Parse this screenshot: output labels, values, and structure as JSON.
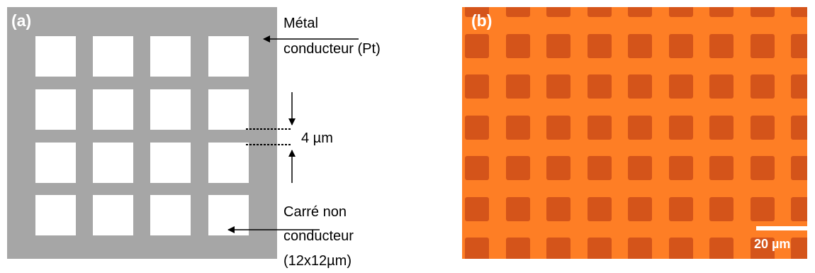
{
  "panel_a": {
    "label": "(a)",
    "metal_label": [
      "Métal",
      "conducteur (Pt)"
    ],
    "gap_label": "4 µm",
    "square_label": [
      "Carré non",
      "conducteur",
      "(12x12µm)"
    ],
    "grid": {
      "rows": 4,
      "cols": 4
    },
    "colors": {
      "metal": "#a6a6a6",
      "square": "#ffffff"
    }
  },
  "panel_b": {
    "label": "(b)",
    "scale_label": "20 µm",
    "colors": {
      "background": "#fe7e25",
      "square": "#d4541a",
      "scale_bar": "#ffffff"
    }
  }
}
